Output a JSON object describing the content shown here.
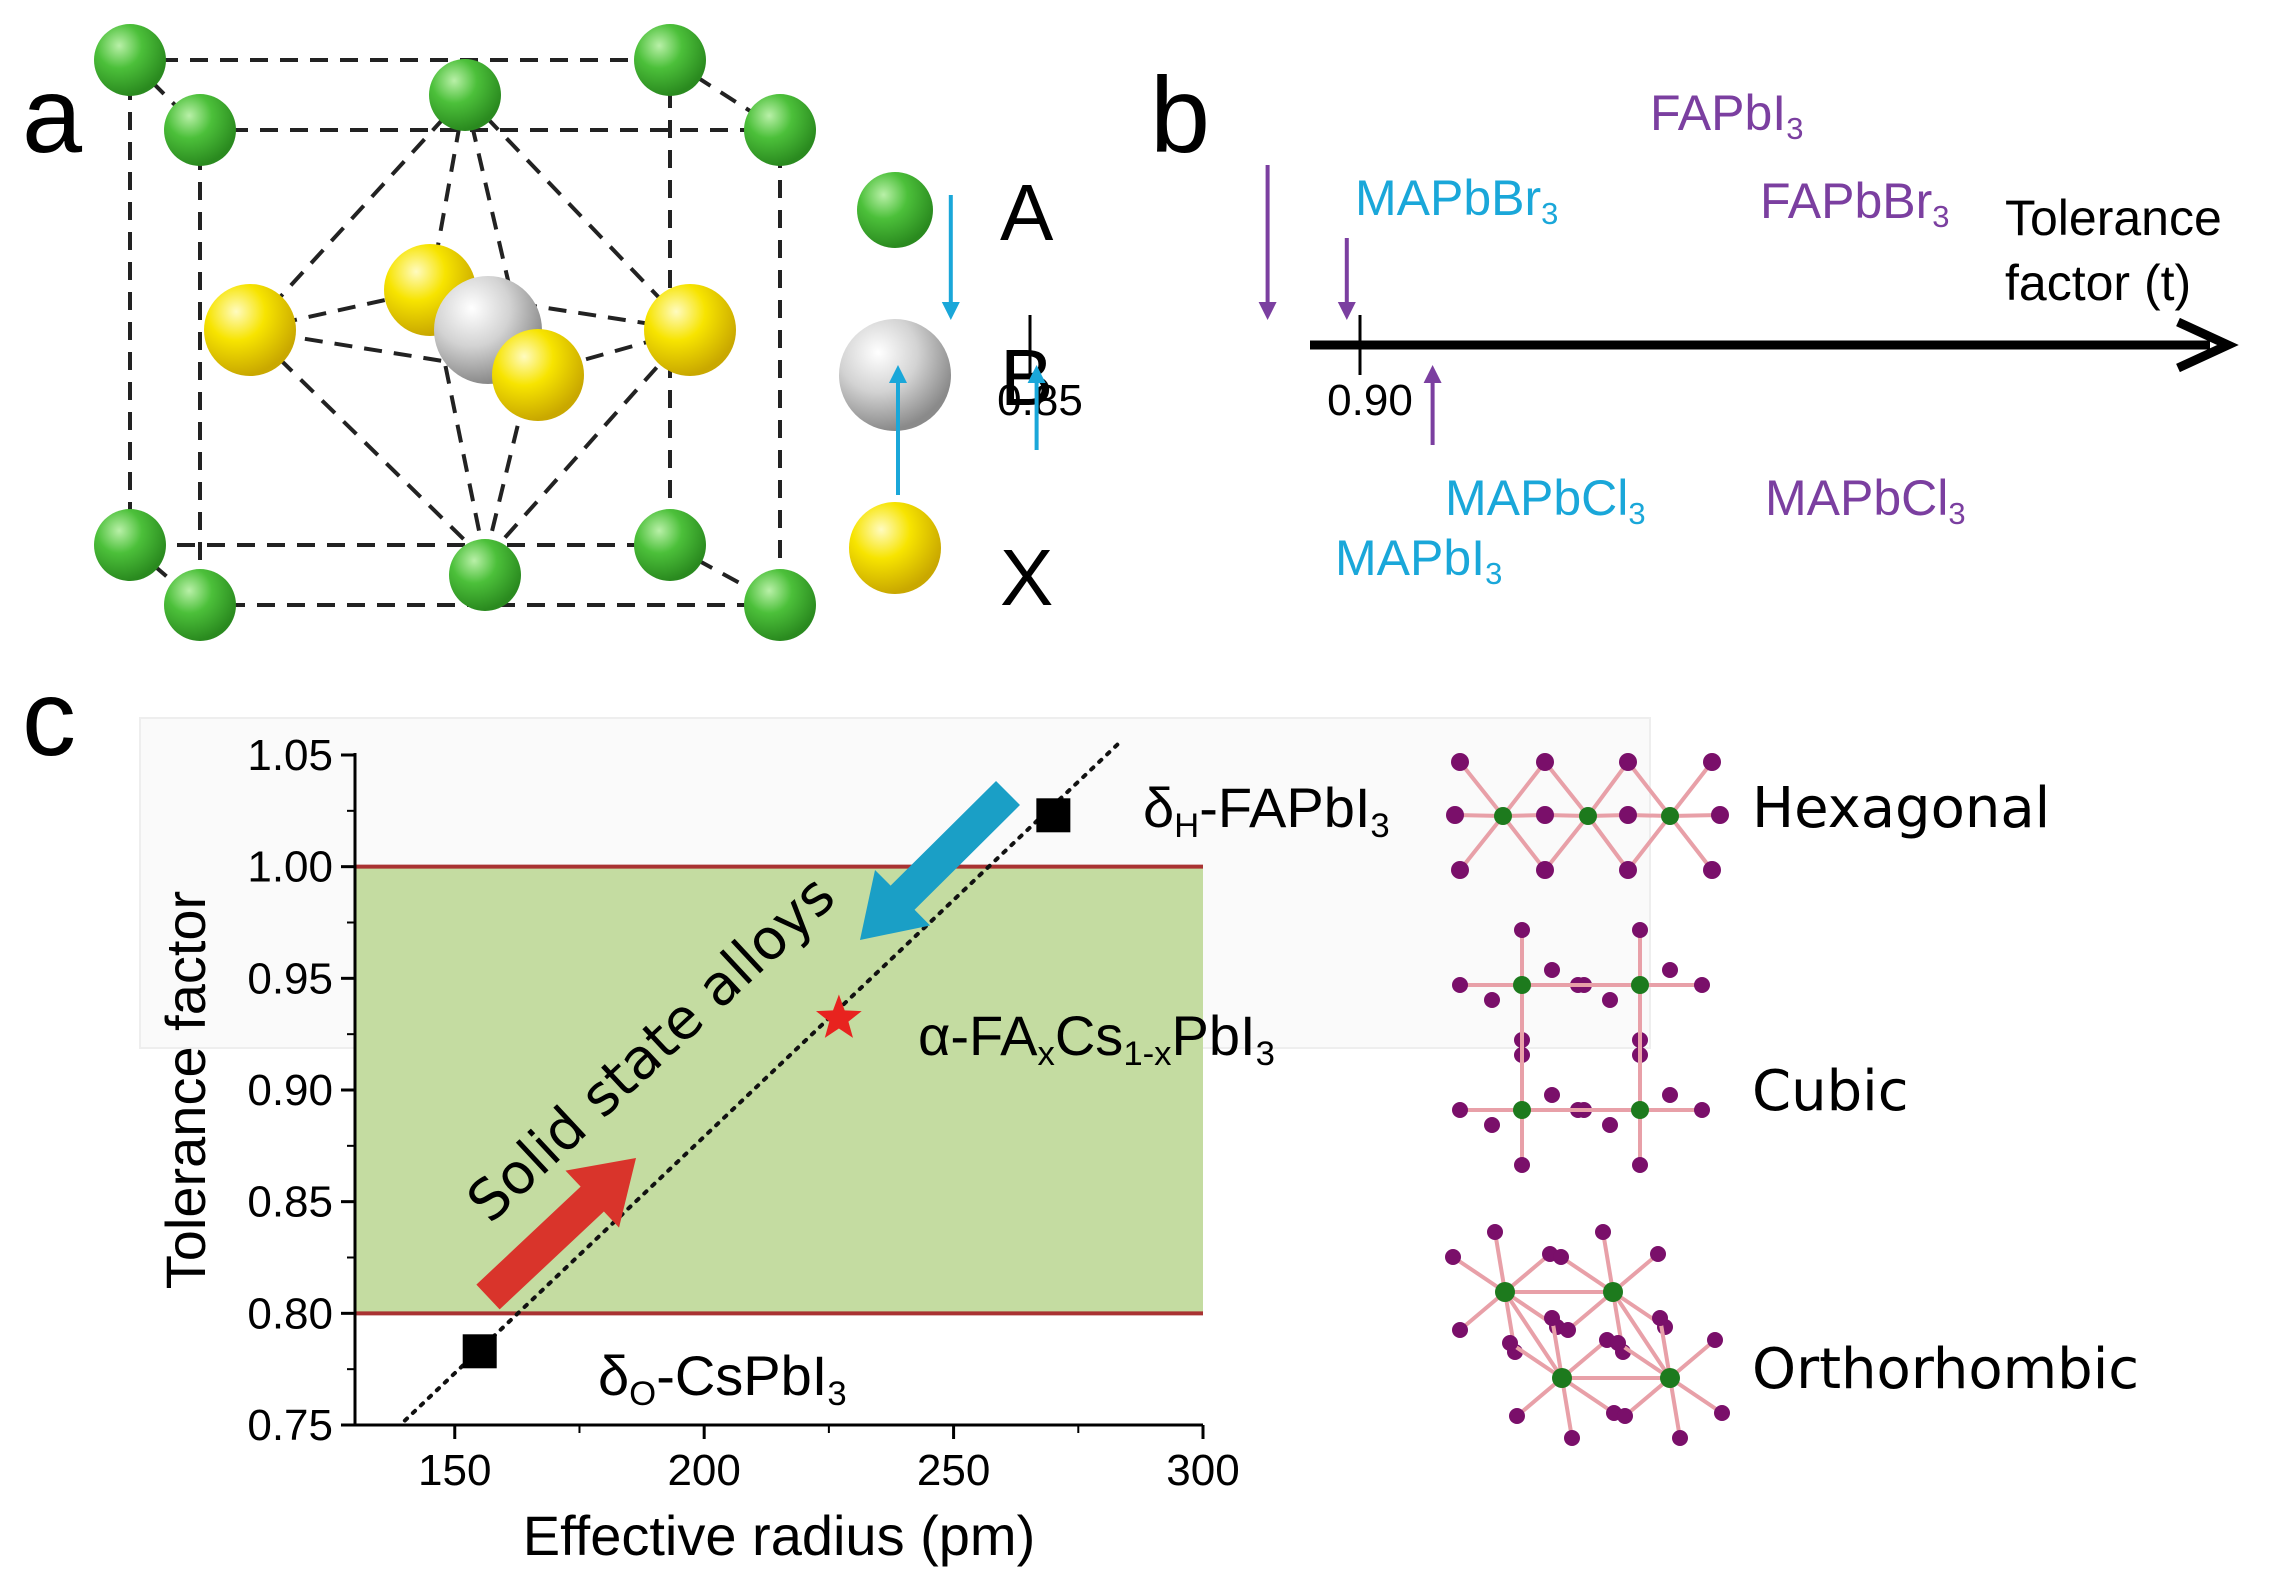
{
  "panel_labels": {
    "a": "a",
    "b": "b",
    "c": "c"
  },
  "panel_a": {
    "legend": [
      {
        "label": "A",
        "color": "#3fae2e"
      },
      {
        "label": "B",
        "color": "#c9c9c9"
      },
      {
        "label": "X",
        "color": "#f6e000"
      }
    ]
  },
  "panel_b": {
    "axis_label_line1": "Tolerance",
    "axis_label_line2": "factor (t)",
    "ticks": [
      "0.85",
      "0.90"
    ],
    "colors": {
      "MA": "#1aa7d9",
      "FA": "#7b3fa0"
    },
    "markers": [
      {
        "label": "MAPbBr",
        "sub": "3",
        "value": 0.838,
        "side": "above",
        "group": "MA"
      },
      {
        "label": "MAPbI",
        "sub": "3",
        "value": 0.83,
        "side": "below",
        "group": "MA"
      },
      {
        "label": "MAPbCl",
        "sub": "3",
        "value": 0.851,
        "side": "below",
        "group": "MA"
      },
      {
        "label": "FAPbI",
        "sub": "3",
        "value": 0.886,
        "side": "above",
        "group": "FA"
      },
      {
        "label": "FAPbBr",
        "sub": "3",
        "value": 0.898,
        "side": "above",
        "group": "FA"
      },
      {
        "label": "MAPbCl",
        "sub": "3",
        "value": 0.911,
        "side": "below",
        "group": "FA"
      }
    ]
  },
  "chart_data": {
    "type": "scatter",
    "xlabel": "Effective radius (pm)",
    "ylabel": "Tolerance factor",
    "xlim": [
      130,
      300
    ],
    "ylim": [
      0.75,
      1.05
    ],
    "xticks": [
      "150",
      "200",
      "250",
      "300"
    ],
    "yticks": [
      "0.75",
      "0.80",
      "0.85",
      "0.90",
      "0.95",
      "1.00",
      "1.05"
    ],
    "stable_band": {
      "y_low": 0.8,
      "y_high": 1.0,
      "color": "#c4dca1",
      "line_color": "#a93232"
    },
    "trend_line": {
      "x": [
        140,
        283
      ],
      "y": [
        0.752,
        1.055
      ]
    },
    "points": [
      {
        "x": 155,
        "y": 0.783,
        "marker": "square",
        "label_main": "δ",
        "label_sub1": "O",
        "label_rest": "-CsPbI",
        "label_sub2": "3"
      },
      {
        "x": 270,
        "y": 1.023,
        "marker": "square",
        "label_main": "δ",
        "label_sub1": "H",
        "label_rest": "-FAPbI",
        "label_sub2": "3"
      },
      {
        "x": 227,
        "y": 0.932,
        "marker": "star",
        "label_main": "α-FA",
        "label_sub1": "x",
        "label_rest": "Cs",
        "label_sub2": "1-x",
        "label_tail": "PbI",
        "label_sub3": "3"
      }
    ],
    "annotation": "Solid state alloys",
    "arrow_colors": {
      "up": "#d9342b",
      "down": "#1a9fc6"
    }
  },
  "structures": [
    {
      "label": "Hexagonal"
    },
    {
      "label": "Cubic"
    },
    {
      "label": "Orthorhombic"
    }
  ]
}
